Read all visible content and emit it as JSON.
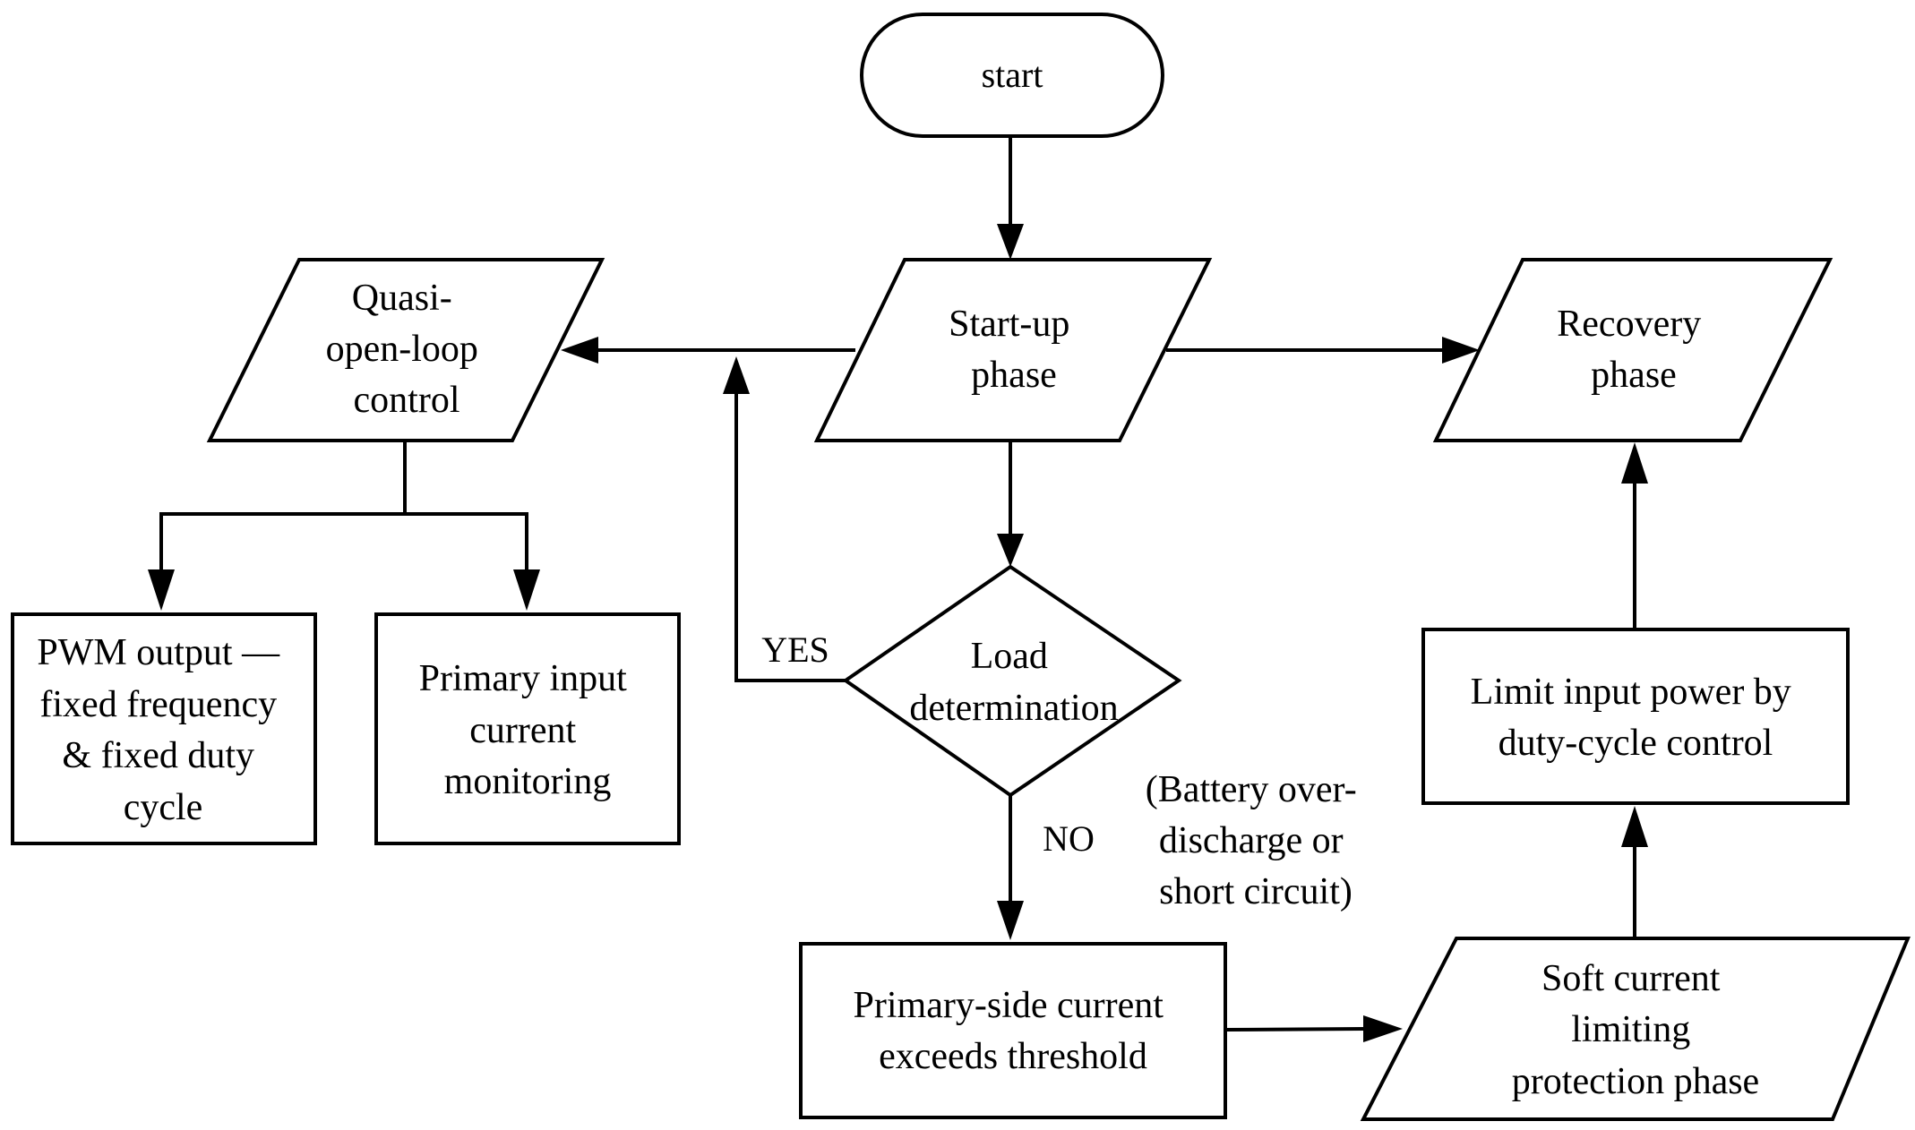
{
  "nodes": {
    "start": {
      "lines": [
        "start"
      ]
    },
    "startup": {
      "lines": [
        "Start-up",
        "phase"
      ]
    },
    "quasi": {
      "lines": [
        "Quasi-",
        "open-loop",
        "control"
      ]
    },
    "recovery": {
      "lines": [
        "Recovery",
        "phase"
      ]
    },
    "pwm": {
      "lines": [
        "PWM output —",
        "fixed frequency",
        "& fixed duty",
        "cycle"
      ]
    },
    "monitor": {
      "lines": [
        "Primary input",
        "current",
        "monitoring"
      ]
    },
    "load": {
      "lines": [
        "Load",
        "determination"
      ]
    },
    "threshold": {
      "lines": [
        "Primary-side current",
        "exceeds threshold"
      ]
    },
    "soft": {
      "lines": [
        "Soft current",
        "limiting",
        "protection phase"
      ]
    },
    "limit": {
      "lines": [
        "Limit input power by",
        "duty-cycle control"
      ]
    }
  },
  "labels": {
    "yes": "YES",
    "no": "NO",
    "note": [
      "(Battery over-",
      "discharge or",
      "short circuit)"
    ]
  }
}
